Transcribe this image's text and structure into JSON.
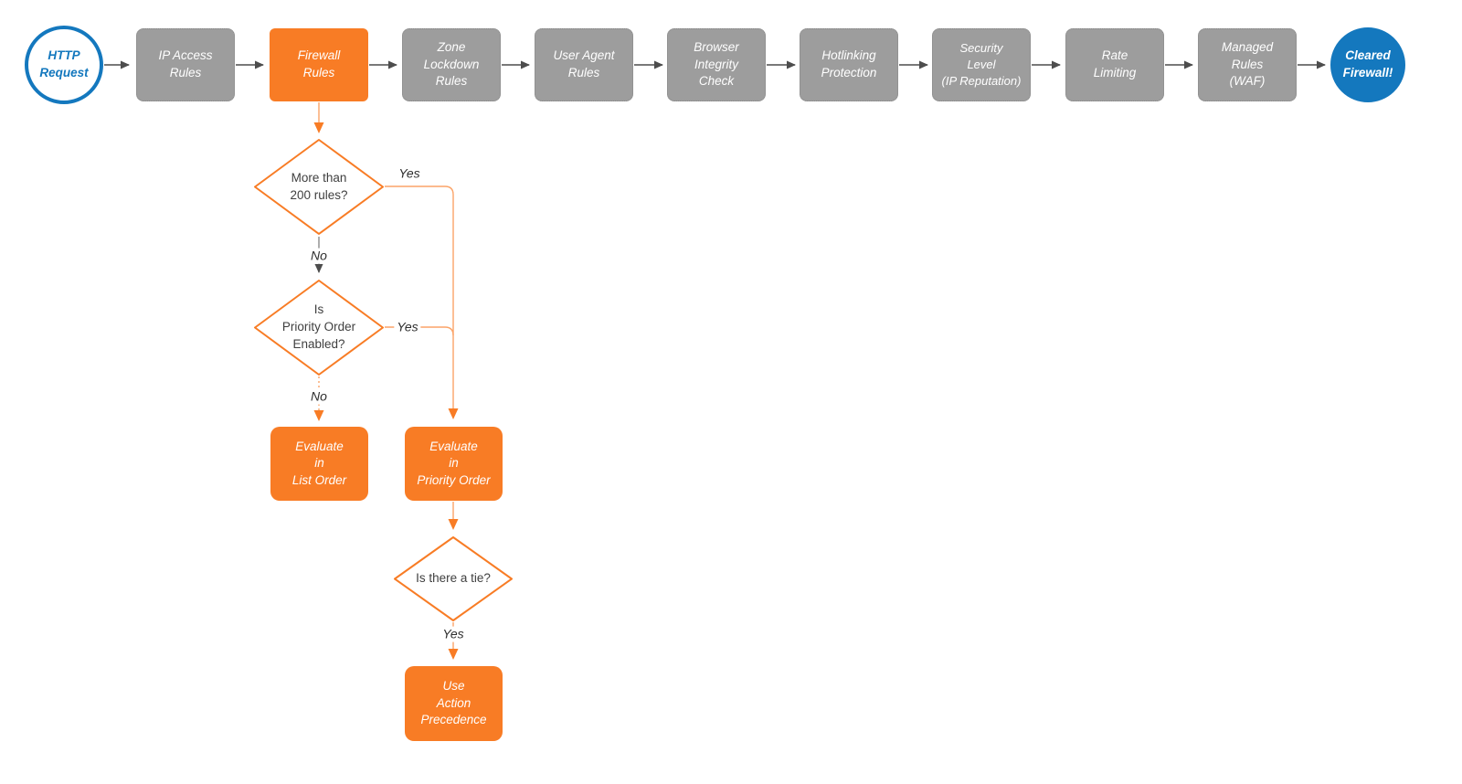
{
  "diagram": {
    "type": "flowchart",
    "subject": "HTTP request firewall evaluation order",
    "nodes": {
      "http_request": "HTTP\nRequest",
      "ip_access_rules": "IP Access\nRules",
      "firewall_rules": "Firewall\nRules",
      "zone_lockdown_rules": "Zone\nLockdown\nRules",
      "user_agent_rules": "User Agent\nRules",
      "browser_integrity_check": "Browser\nIntegrity\nCheck",
      "hotlinking_protection": "Hotlinking\nProtection",
      "security_level": "Security\nLevel\n(IP Reputation)",
      "rate_limiting": "Rate\nLimiting",
      "managed_rules_waf": "Managed\nRules\n(WAF)",
      "cleared_firewall": "Cleared\nFirewall!"
    },
    "decisions": {
      "more_than_200_rules": "More than\n200 rules?",
      "priority_order_enabled": "Is\nPriority Order\nEnabled?",
      "is_there_a_tie": "Is there a tie?"
    },
    "actions": {
      "evaluate_list_order": "Evaluate\nin\nList Order",
      "evaluate_priority_order": "Evaluate\nin\nPriority Order",
      "use_action_precedence": "Use\nAction\nPrecedence"
    },
    "edge_labels": {
      "d1_yes": "Yes",
      "d1_no": "No",
      "d2_yes": "Yes",
      "d2_no": "No",
      "d3_yes": "Yes"
    },
    "colors": {
      "orange": "#F87C25",
      "orange_line": "#FBA468",
      "gray_node": "#9D9D9D",
      "gray_node_border": "#878787",
      "arrow_gray": "#4D4D4D",
      "blue": "#1478BE",
      "decision_text": "#3F3F3F",
      "background": "#FFFFFF"
    }
  }
}
